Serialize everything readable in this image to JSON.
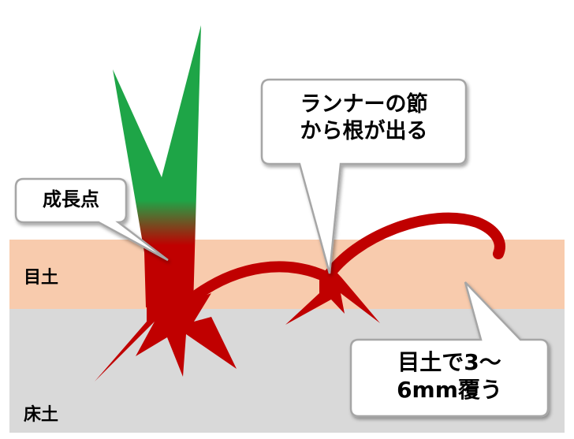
{
  "labels": {
    "top_soil": "目土",
    "bed_soil": "床土"
  },
  "callouts": {
    "growth_point": "成長点",
    "runner_node_line1": "ランナーの節",
    "runner_node_line2": "から根が出る",
    "cover_line1": "目土で3～",
    "cover_line2": "6mm覆う"
  },
  "colors": {
    "top_soil": "#f8cbad",
    "bed_soil": "#d9d9d9",
    "grass_green": "#1ea547",
    "root_red": "#c00000",
    "callout_border": "#a6a6a6"
  }
}
